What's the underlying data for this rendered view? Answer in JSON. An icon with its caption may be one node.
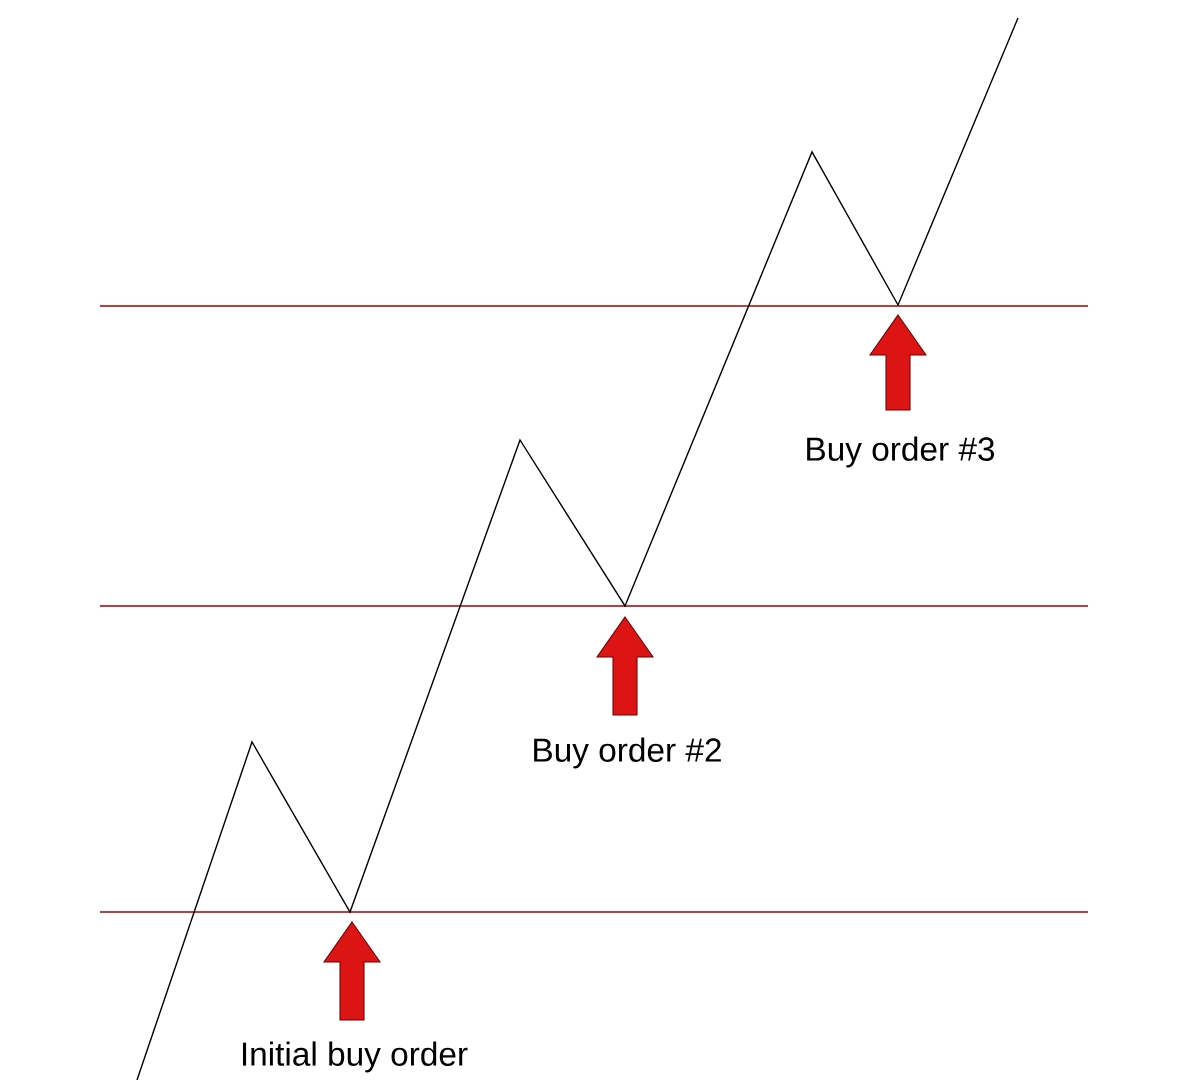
{
  "diagram": {
    "labels": [
      "Buy order #3",
      "Buy order #2",
      "Initial buy order"
    ]
  }
}
